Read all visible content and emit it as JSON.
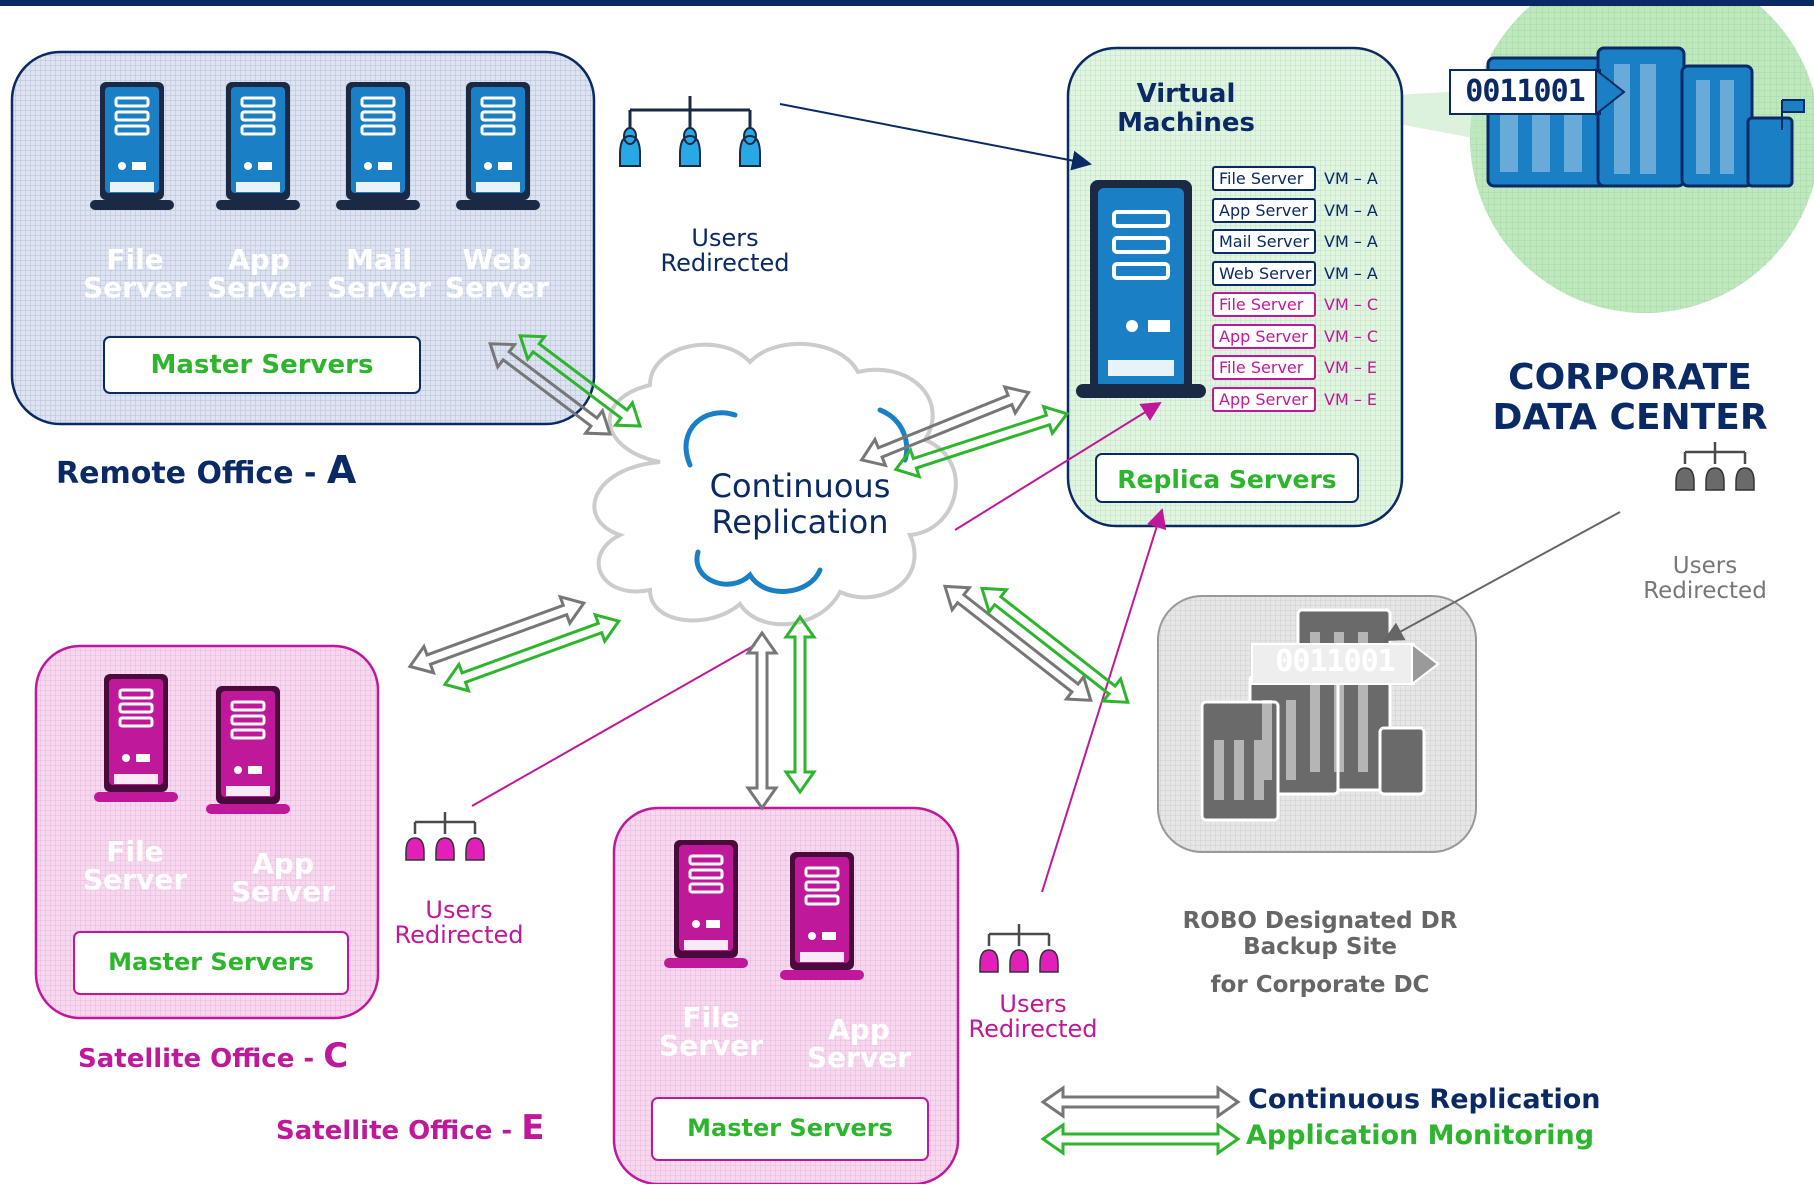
{
  "colors": {
    "navy": "#0a2a66",
    "blue": "#1a7fc4",
    "magenta": "#c0189a",
    "green": "#2db52d",
    "gray": "#777777"
  },
  "remote_a": {
    "servers": [
      "File\nServer",
      "App\nServer",
      "Mail\nServer",
      "Web\nServer"
    ],
    "master_label": "Master Servers",
    "title": "Remote Office - ",
    "letter": "A"
  },
  "cloud": {
    "line1": "Continuous",
    "line2": "Replication"
  },
  "users_top": {
    "line1": "Users",
    "line2": "Redirected"
  },
  "virtual": {
    "title1": "Virtual",
    "title2": "Machines",
    "vms": [
      {
        "server": "File Server",
        "vm": "VM – A"
      },
      {
        "server": "App Server",
        "vm": "VM – A"
      },
      {
        "server": "Mail Server",
        "vm": "VM – A"
      },
      {
        "server": "Web Server",
        "vm": "VM – A"
      },
      {
        "server": "File Server",
        "vm": "VM – C"
      },
      {
        "server": "App Server",
        "vm": "VM – C"
      },
      {
        "server": "File Server",
        "vm": "VM – E"
      },
      {
        "server": "App Server",
        "vm": "VM – E"
      }
    ],
    "replica_label": "Replica Servers"
  },
  "corporate": {
    "binary": "0011001",
    "line1": "CORPORATE",
    "line2": "DATA CENTER",
    "users_line1": "Users",
    "users_line2": "Redirected"
  },
  "robo": {
    "binary": "0011001",
    "line1": "ROBO Designated DR",
    "line2": "Backup Site",
    "line3": "for Corporate DC"
  },
  "sat_c": {
    "servers": [
      "File\nServer",
      "App\nServer"
    ],
    "master_label": "Master Servers",
    "title": "Satellite Office - ",
    "letter": "C",
    "users_line1": "Users",
    "users_line2": "Redirected"
  },
  "sat_e": {
    "servers": [
      "File\nServer",
      "App\nServer"
    ],
    "master_label": "Master Servers",
    "title": "Satellite Office - ",
    "letter": "E",
    "users_line1": "Users",
    "users_line2": "Redirected"
  },
  "legend": {
    "replication": "Continuous Replication",
    "monitoring": "Application Monitoring"
  }
}
